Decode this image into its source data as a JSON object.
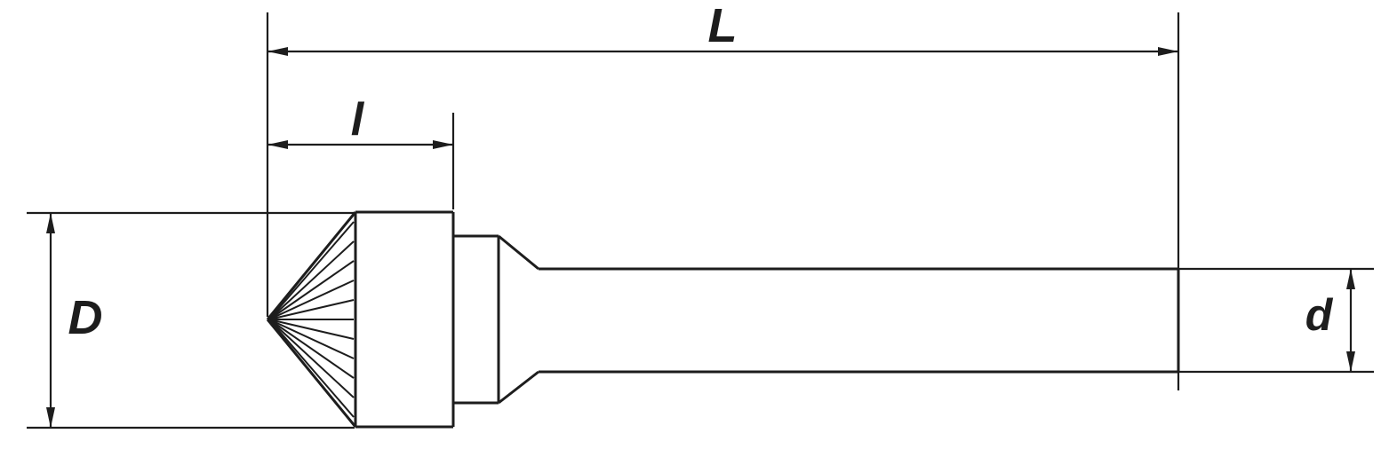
{
  "diagram": {
    "type": "technical-dimension-drawing",
    "subject": "cone burr cutter with cylindrical shank, side view",
    "dimension_labels": {
      "overall_length": "L",
      "head_length": "l",
      "head_diameter": "D",
      "shank_diameter": "d"
    },
    "colors": {
      "line": "#1d1d1d",
      "background": "#ffffff"
    }
  }
}
